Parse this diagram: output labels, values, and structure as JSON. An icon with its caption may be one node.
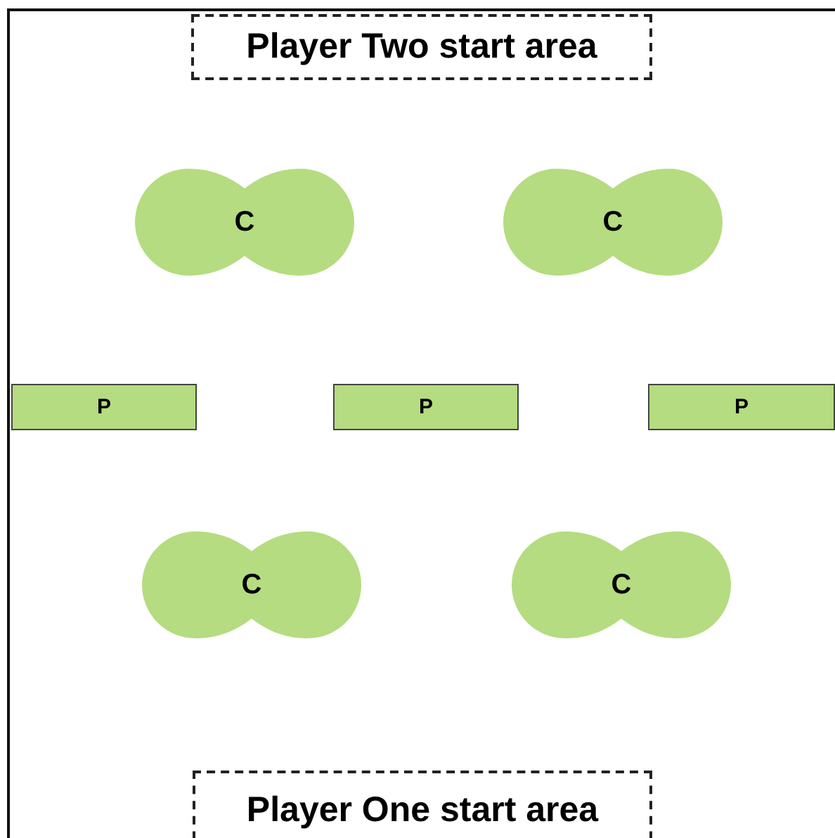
{
  "diagram": {
    "nodes": [
      {
        "text": [
          "Player Two start area"
        ]
      },
      {
        "text": [
          "C"
        ]
      },
      {
        "text": [
          "C"
        ]
      },
      {
        "text": [
          "P"
        ]
      },
      {
        "text": [
          "P"
        ]
      },
      {
        "text": [
          "P"
        ]
      },
      {
        "text": [
          "C"
        ]
      },
      {
        "text": [
          "C"
        ]
      },
      {
        "text": [
          "Player One start area"
        ]
      }
    ]
  }
}
